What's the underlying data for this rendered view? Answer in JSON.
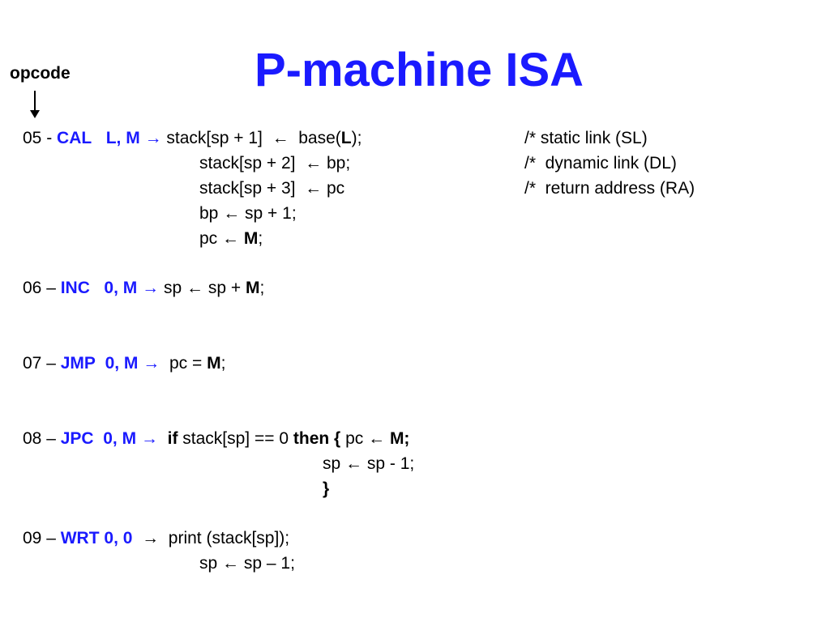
{
  "title": "P-machine ISA",
  "opcode_label": "opcode",
  "arrow": "←",
  "arrow_right": "→",
  "instructions": {
    "cal": {
      "num": "05 -",
      "mnemonic": "CAL",
      "operands": "L, M",
      "l1_a": "stack[sp + 1]",
      "l1_b": "base(",
      "l1_c": "L",
      "l1_d": ");",
      "l1_comment": "/* static link (SL)",
      "l2_a": "stack[sp + 2]",
      "l2_b": "bp;",
      "l2_comment": "/*  dynamic link (DL)",
      "l3_a": "stack[sp + 3]",
      "l3_b": "pc",
      "l3_comment": "/*  return address (RA)",
      "l4_a": "bp",
      "l4_b": "sp + 1;",
      "l5_a": "pc",
      "l5_b": "M",
      "l5_c": ";"
    },
    "inc": {
      "num": "06 –",
      "mnemonic": "INC",
      "operands": "0, M",
      "a": "sp",
      "b": "sp +",
      "c": "M",
      "d": ";"
    },
    "jmp": {
      "num": "07 –",
      "mnemonic": "JMP",
      "operands": "0, M",
      "a": "pc =",
      "b": "M",
      "c": ";"
    },
    "jpc": {
      "num": "08 –",
      "mnemonic": "JPC",
      "operands": "0, M",
      "kw_if": "if",
      "cond": "stack[sp] == 0",
      "kw_then": "then {",
      "a": "pc",
      "b": "M;",
      "l2_a": "sp",
      "l2_b": "sp - 1;",
      "l3": "}"
    },
    "wrt": {
      "num": "09 –",
      "mnemonic": "WRT",
      "operands": "0, 0",
      "a": "print (stack[sp]);",
      "l2_a": "sp",
      "l2_b": "sp – 1;"
    }
  }
}
